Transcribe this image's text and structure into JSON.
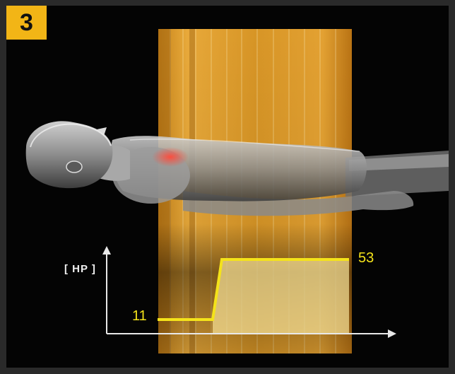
{
  "panel": {
    "number": "3"
  },
  "chart": {
    "axis_label": "[ HP ]",
    "low_value": "11",
    "high_value": "53"
  },
  "colors": {
    "badge": "#f2b516",
    "curve": "#f4e31a",
    "scanner_field": "#d9921c",
    "background": "#040404",
    "axes": "#e8e8e8"
  },
  "chart_data": {
    "type": "line",
    "ylabel": "[ HP ]",
    "series": [
      {
        "values": [
          11,
          11,
          53,
          53
        ]
      }
    ],
    "annotations": [
      "11",
      "53"
    ]
  }
}
